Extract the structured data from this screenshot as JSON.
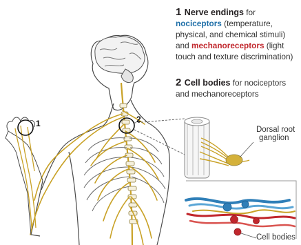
{
  "item1": {
    "number": "1",
    "heading": "Nerve endings",
    "text_for": " for",
    "nociceptors": "nociceptors",
    "nociceptors_desc": " (temperature, physical, and chemical stimuli)",
    "and": " and ",
    "mechanoreceptors": "mechanoreceptors",
    "mechanoreceptors_desc": " (light touch and texture discrimination)"
  },
  "item2": {
    "number": "2",
    "heading": "Cell bodies",
    "text": " for nociceptors and mechanoreceptors"
  },
  "callouts": {
    "ganglion_line1": "Dorsal root",
    "ganglion_line2": "ganglion",
    "cell_bodies": "Cell bodies"
  },
  "markers": {
    "hand_marker": "1",
    "spine_marker": "2"
  },
  "colors": {
    "nociceptor_blue": "#1f6fa8",
    "mechanoreceptor_red": "#c1272d",
    "nerve_yellow": "#c9a227",
    "outline": "#4a4a4a"
  }
}
